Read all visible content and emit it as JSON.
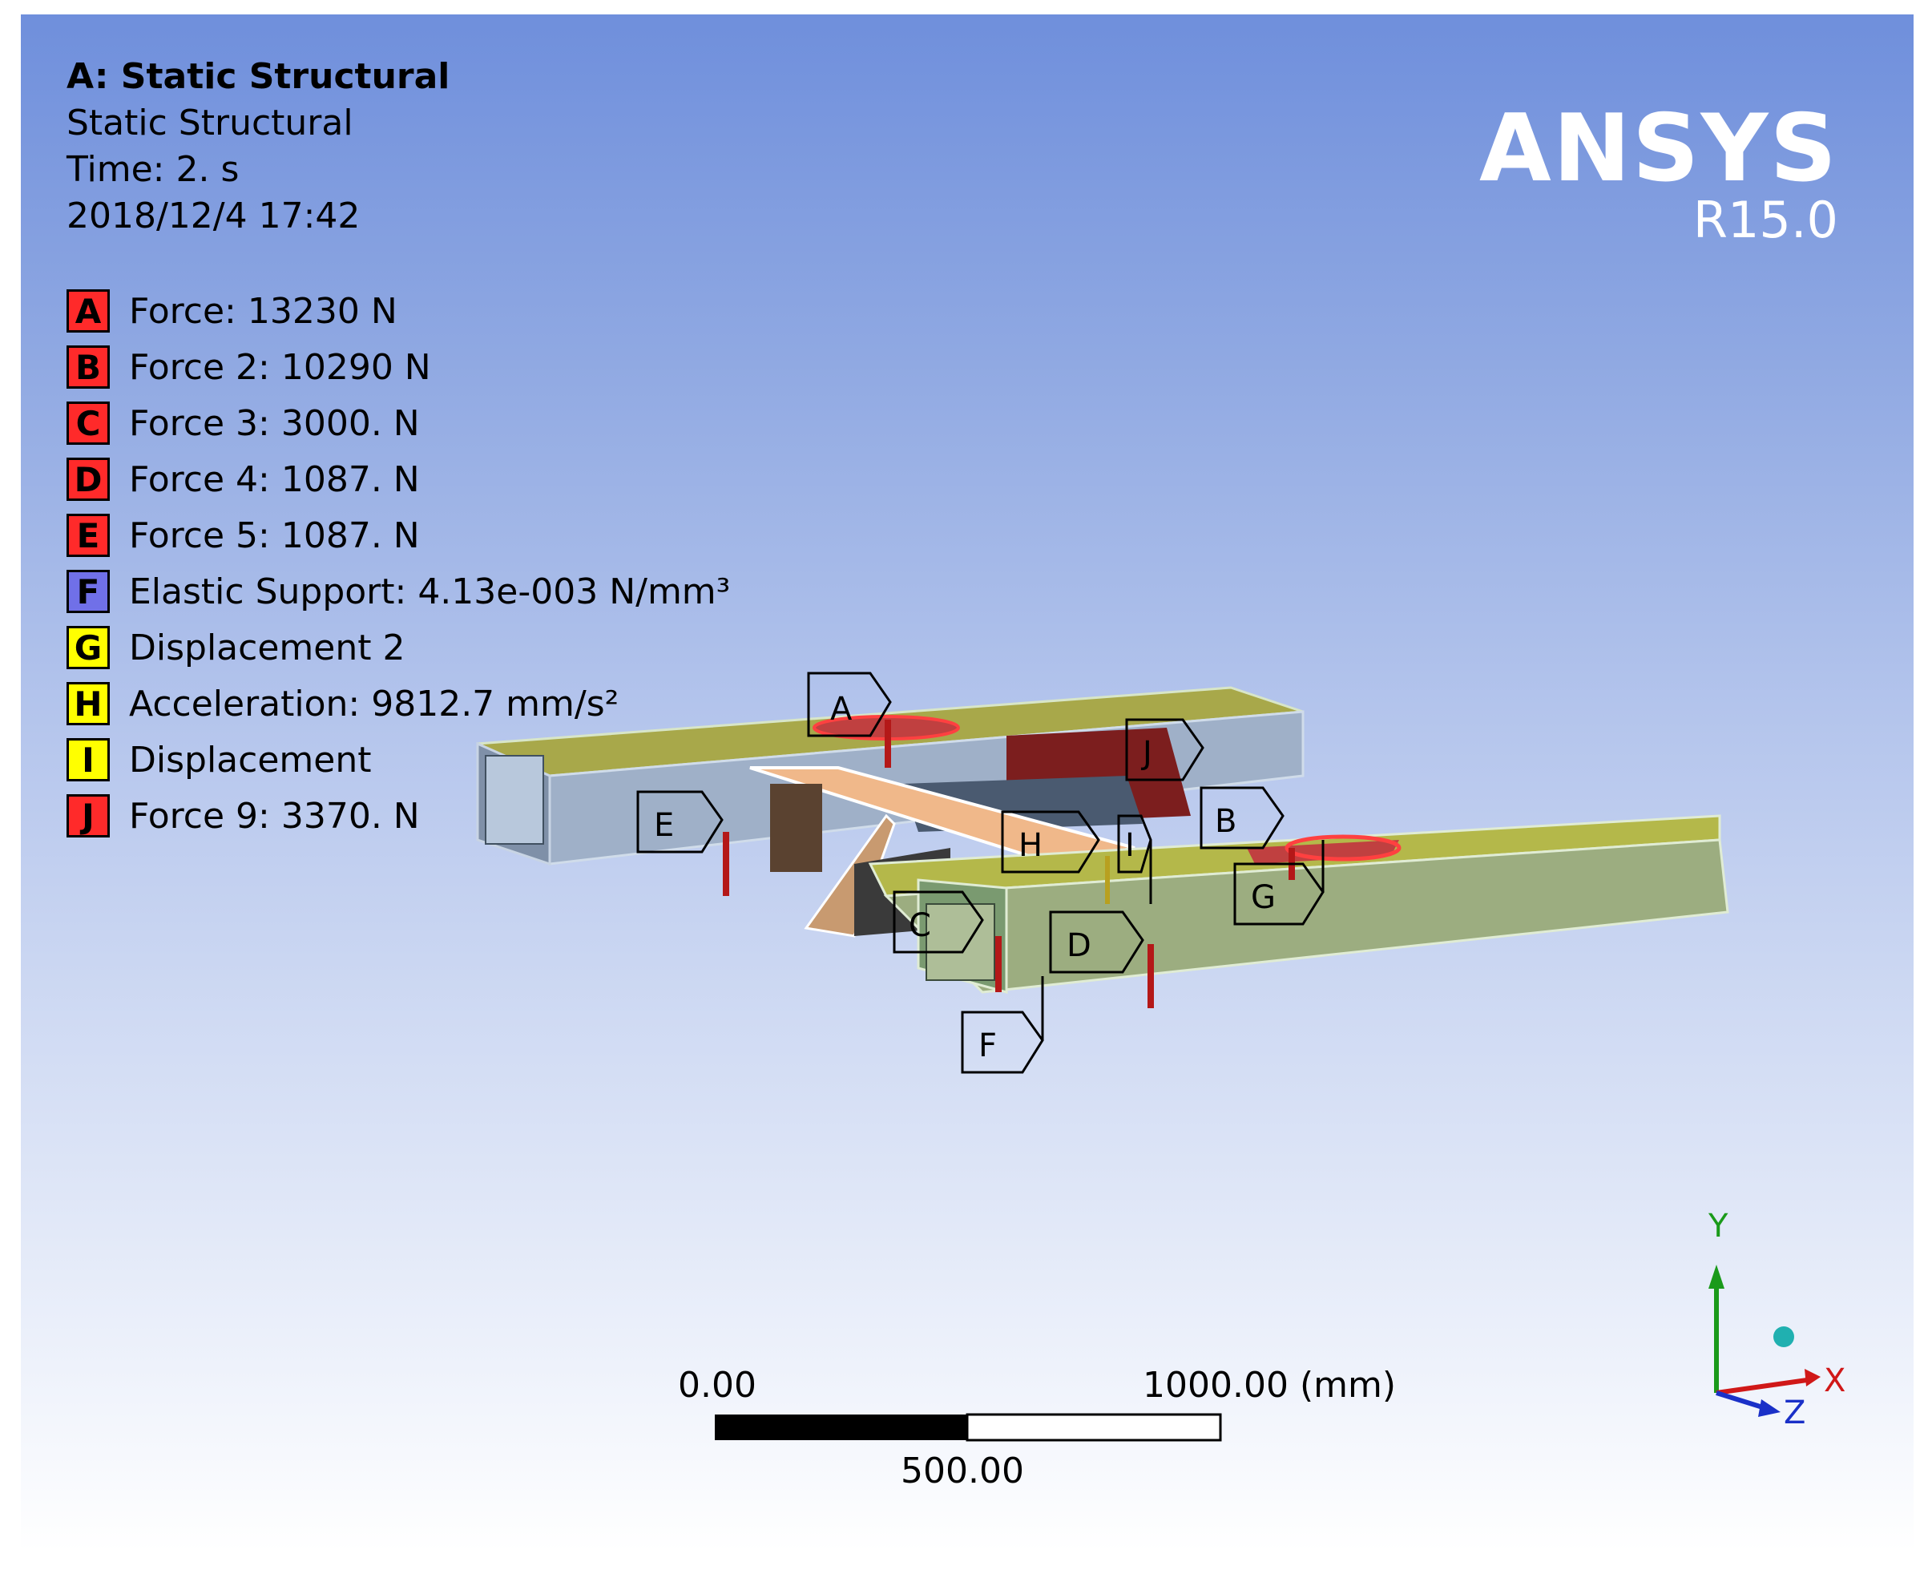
{
  "header": {
    "title": "A: Static Structural",
    "type": "Static Structural",
    "time": "Time: 2. s",
    "date": "2018/12/4 17:42"
  },
  "legend": [
    {
      "letter": "A",
      "label": "Force: 13230 N",
      "color": "#ff2a2a"
    },
    {
      "letter": "B",
      "label": "Force 2: 10290 N",
      "color": "#ff2a2a"
    },
    {
      "letter": "C",
      "label": "Force 3: 3000. N",
      "color": "#ff2a2a"
    },
    {
      "letter": "D",
      "label": "Force 4: 1087. N",
      "color": "#ff2a2a"
    },
    {
      "letter": "E",
      "label": "Force 5: 1087. N",
      "color": "#ff2a2a"
    },
    {
      "letter": "F",
      "label": "Elastic Support: 4.13e-003 N/mm³",
      "color": "#7070e8"
    },
    {
      "letter": "G",
      "label": "Displacement 2",
      "color": "#ffff00"
    },
    {
      "letter": "H",
      "label": "Acceleration: 9812.7 mm/s²",
      "color": "#ffff00"
    },
    {
      "letter": "I",
      "label": "Displacement",
      "color": "#ffff00"
    },
    {
      "letter": "J",
      "label": "Force 9: 3370. N",
      "color": "#ff2a2a"
    }
  ],
  "logo": {
    "name": "ANSYS",
    "version": "R15.0"
  },
  "scale_bar": {
    "left": "0.00",
    "mid": "500.00",
    "right": "1000.00 (mm)"
  },
  "triad": {
    "x": "X",
    "y": "Y",
    "z": "Z"
  },
  "callouts": [
    "A",
    "B",
    "C",
    "D",
    "E",
    "F",
    "G",
    "H",
    "I",
    "J"
  ]
}
